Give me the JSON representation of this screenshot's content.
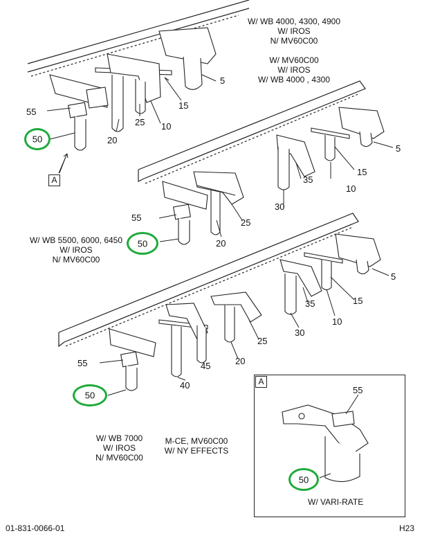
{
  "notes": {
    "top_right": [
      "W/ WB 4000, 4300, 4900",
      "W/ IROS",
      "N/ MV60C00"
    ],
    "mid_right": [
      "W/ MV60C00",
      "W/ IROS",
      "W/ WB 4000 , 4300"
    ],
    "mid_left": [
      "W/ WB 5500, 6000, 6450",
      "W/ IROS",
      "N/ MV60C00"
    ],
    "bottom_left": [
      "W/ WB 7000",
      "W/ IROS",
      "N/ MV60C00"
    ],
    "bottom_mid": [
      "M-CE, MV60C00",
      "W/ NY EFFECTS"
    ],
    "detail_caption": "W/ VARI-RATE"
  },
  "callouts": {
    "c5": "5",
    "c10": "10",
    "c15": "15",
    "c20": "20",
    "c25": "25",
    "c30": "30",
    "c35": "35",
    "c40": "40",
    "c45": "45",
    "c50": "50",
    "c55": "55"
  },
  "view_ref": "A",
  "footer": {
    "part_number": "01-831-0066-01",
    "page_code": "H23"
  },
  "colors": {
    "highlight": "#1faa3a",
    "line": "#222222"
  }
}
